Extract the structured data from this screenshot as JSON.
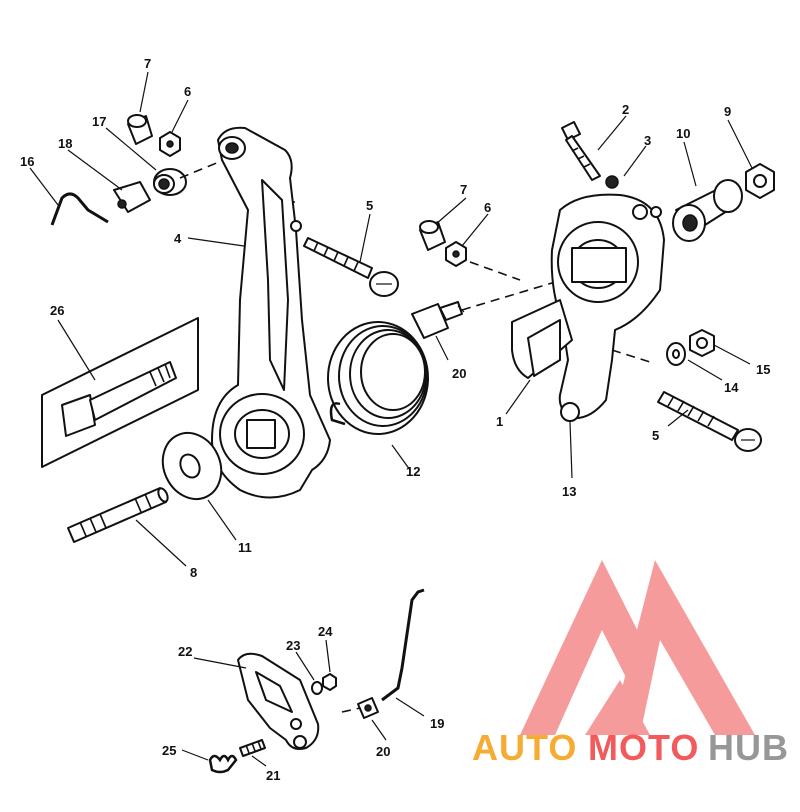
{
  "callouts": [
    "1",
    "2",
    "3",
    "4",
    "5",
    "5",
    "6",
    "6",
    "7",
    "7",
    "8",
    "9",
    "10",
    "11",
    "12",
    "13",
    "14",
    "15",
    "16",
    "17",
    "18",
    "19",
    "20",
    "20",
    "21",
    "22",
    "23",
    "24",
    "25",
    "26"
  ],
  "watermark": {
    "part1": "AUTO",
    "part2": "MOTO",
    "part3": "HUB",
    "color_orange": "#f6a21c",
    "color_red": "#f04a4a",
    "color_gray": "#8c8c8c"
  }
}
